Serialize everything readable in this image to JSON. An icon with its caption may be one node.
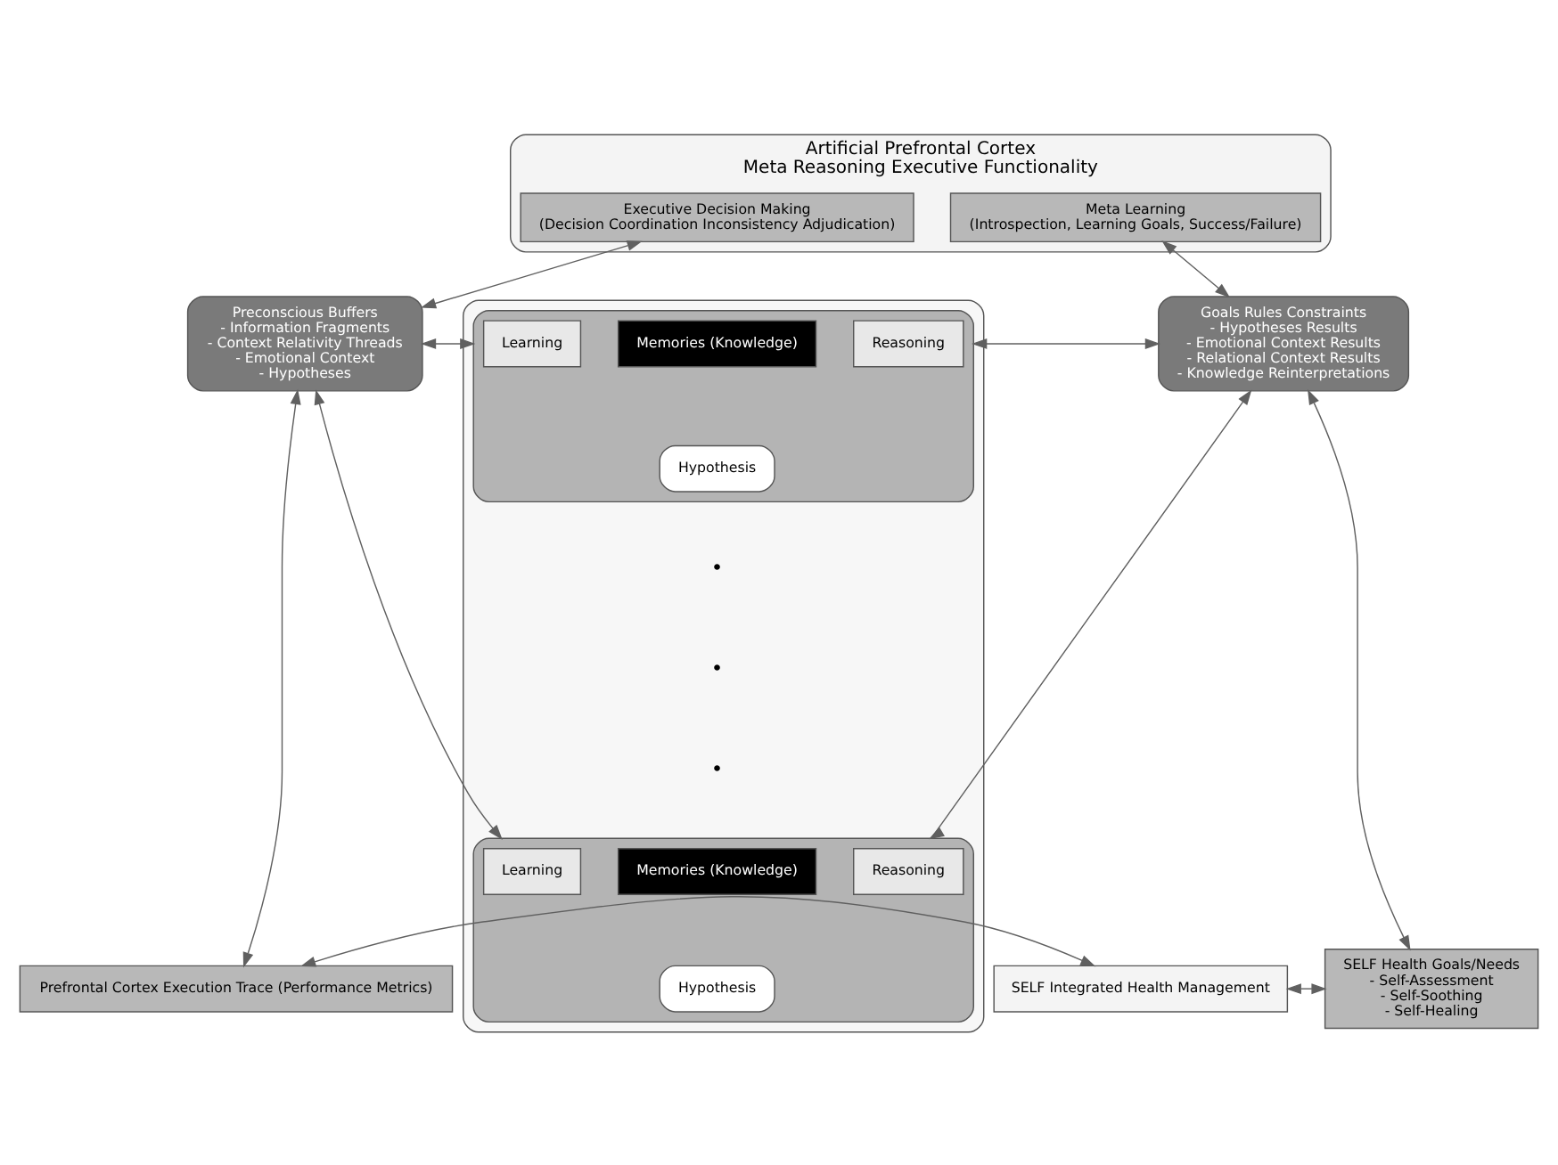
{
  "diagram": {
    "nodes": [
      {
        "text": [
          "Artificial Prefrontal Cortex",
          "Meta Reasoning Executive Functionality"
        ]
      },
      {
        "text": [
          "Executive Decision Making",
          "(Decision Coordination Inconsistency Adjudication)"
        ],
        "in": 0
      },
      {
        "text": [
          "Meta Learning",
          "(Introspection, Learning Goals, Success/Failure)"
        ],
        "in": 0
      },
      {
        "text": [
          "Preconscious Buffers",
          "- Information Fragments",
          "- Context Relativity Threads",
          "- Emotional Context",
          "- Hypotheses"
        ]
      },
      {
        "text": [],
        "shape": "box"
      },
      {
        "text": [],
        "shape": "box",
        "in": 4
      },
      {
        "text": [
          "Learning"
        ],
        "in": 5
      },
      {
        "text": [
          "Memories (Knowledge)"
        ],
        "in": 5
      },
      {
        "text": [
          "Reasoning"
        ],
        "in": 5
      },
      {
        "text": [
          "Hypothesis"
        ],
        "in": 5
      },
      {
        "text": [],
        "shape": "box",
        "in": 4
      },
      {
        "text": [
          "Learning"
        ],
        "in": 10
      },
      {
        "text": [
          "Memories (Knowledge)"
        ],
        "in": 10
      },
      {
        "text": [
          "Reasoning"
        ],
        "in": 10
      },
      {
        "text": [
          "Hypothesis"
        ],
        "in": 10
      },
      {
        "text": [
          "Goals Rules Constraints",
          "- Hypotheses Results",
          "- Emotional Context Results",
          "- Relational Context Results",
          "- Knowledge Reinterpretations"
        ]
      },
      {
        "text": [
          "Prefrontal Cortex Execution Trace (Performance Metrics)"
        ]
      },
      {
        "text": [
          "SELF Integrated Health Management"
        ]
      },
      {
        "text": [
          "SELF Health Goals/Needs",
          "- Self-Assessment",
          "- Self-Soothing",
          "- Self-Healing"
        ]
      }
    ],
    "edges": [
      {
        "from": 1,
        "to": 3,
        "arrow": "both"
      },
      {
        "from": 2,
        "to": 15,
        "arrow": "both"
      },
      {
        "from": 3,
        "to": 5,
        "arrow": "both"
      },
      {
        "from": 5,
        "to": 15,
        "arrow": "both"
      },
      {
        "from": 3,
        "to": 10,
        "arrow": "both"
      },
      {
        "from": 10,
        "to": 15,
        "arrow": "both"
      },
      {
        "from": 3,
        "to": 16,
        "arrow": "both"
      },
      {
        "from": 16,
        "to": 17,
        "arrow": "both"
      },
      {
        "from": 17,
        "to": 18,
        "arrow": "both"
      },
      {
        "from": 15,
        "to": 18,
        "arrow": "both"
      }
    ],
    "labels": [
      "•",
      "•",
      "•"
    ]
  }
}
